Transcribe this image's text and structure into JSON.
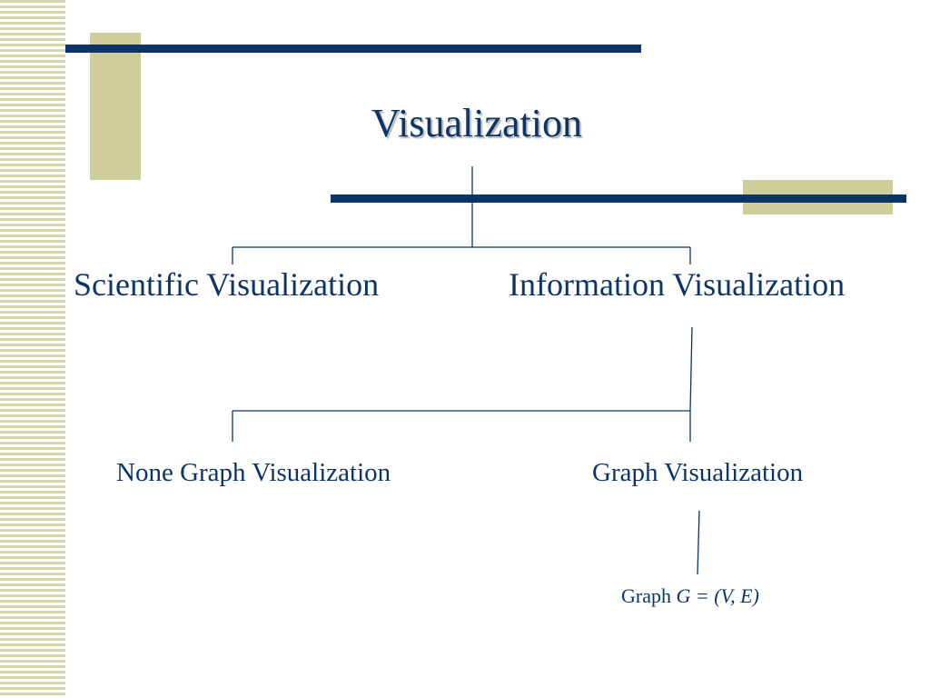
{
  "title": "Visualization",
  "level1": {
    "left": "Scientific Visualization",
    "right": "Information Visualization"
  },
  "level2": {
    "left": "None Graph Visualization",
    "right": "Graph Visualization"
  },
  "level3": {
    "prefix": "Graph ",
    "formula": "G = (V, E)"
  },
  "colors": {
    "navy": "#0b3566",
    "khaki": "#cfcd9c",
    "stripe": "#d6d6aa"
  }
}
